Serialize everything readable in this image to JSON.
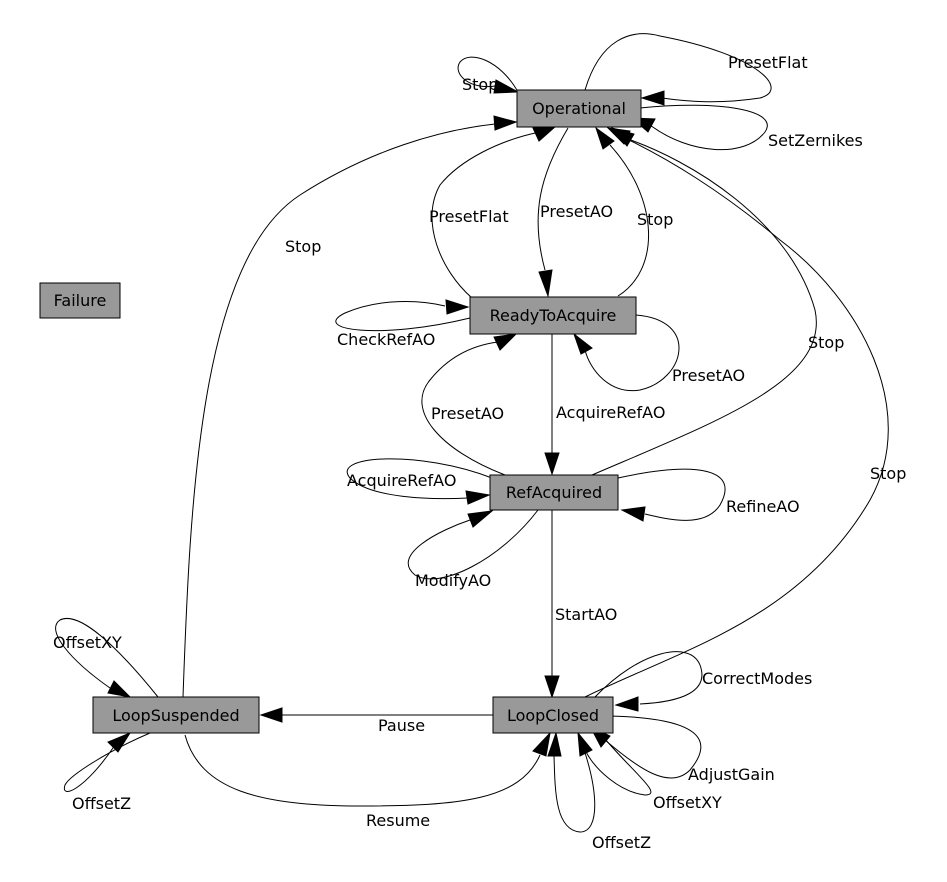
{
  "diagram": {
    "type": "state-machine",
    "colors": {
      "node_fill": "#999999",
      "stroke": "#000000",
      "background": "#ffffff"
    },
    "states": {
      "operational": "Operational",
      "failure": "Failure",
      "ready_to_acquire": "ReadyToAcquire",
      "ref_acquired": "RefAcquired",
      "loop_suspended": "LoopSuspended",
      "loop_closed": "LoopClosed"
    },
    "transitions": {
      "operational_stop_self": "Stop",
      "operational_presetflat_self": "PresetFlat",
      "operational_setzernikes_self": "SetZernikes",
      "ready_presetflat_to_operational": "PresetFlat",
      "operational_presetao_to_ready": "PresetAO",
      "ready_stop_to_operational": "Stop",
      "suspended_stop_to_operational": "Stop",
      "refacq_stop_to_operational": "Stop",
      "loopclosed_stop_to_operational": "Stop",
      "ready_checkrefao_self": "CheckRefAO",
      "ready_presetao_self": "PresetAO",
      "refacq_presetao_to_ready": "PresetAO",
      "ready_acquirerefao_to_refacq": "AcquireRefAO",
      "refacq_acquirerefao_self": "AcquireRefAO",
      "refacq_refineao_self": "RefineAO",
      "refacq_modifyao_self": "ModifyAO",
      "refacq_startao_to_loopclosed": "StartAO",
      "loopclosed_correctmodes_self": "CorrectModes",
      "loopclosed_adjustgain_self": "AdjustGain",
      "loopclosed_offsetxy_self": "OffsetXY",
      "loopclosed_offsetz_self": "OffsetZ",
      "loopclosed_pause_to_suspended": "Pause",
      "suspended_resume_to_loopclosed": "Resume",
      "suspended_offsetxy_self": "OffsetXY",
      "suspended_offsetz_self": "OffsetZ"
    }
  }
}
